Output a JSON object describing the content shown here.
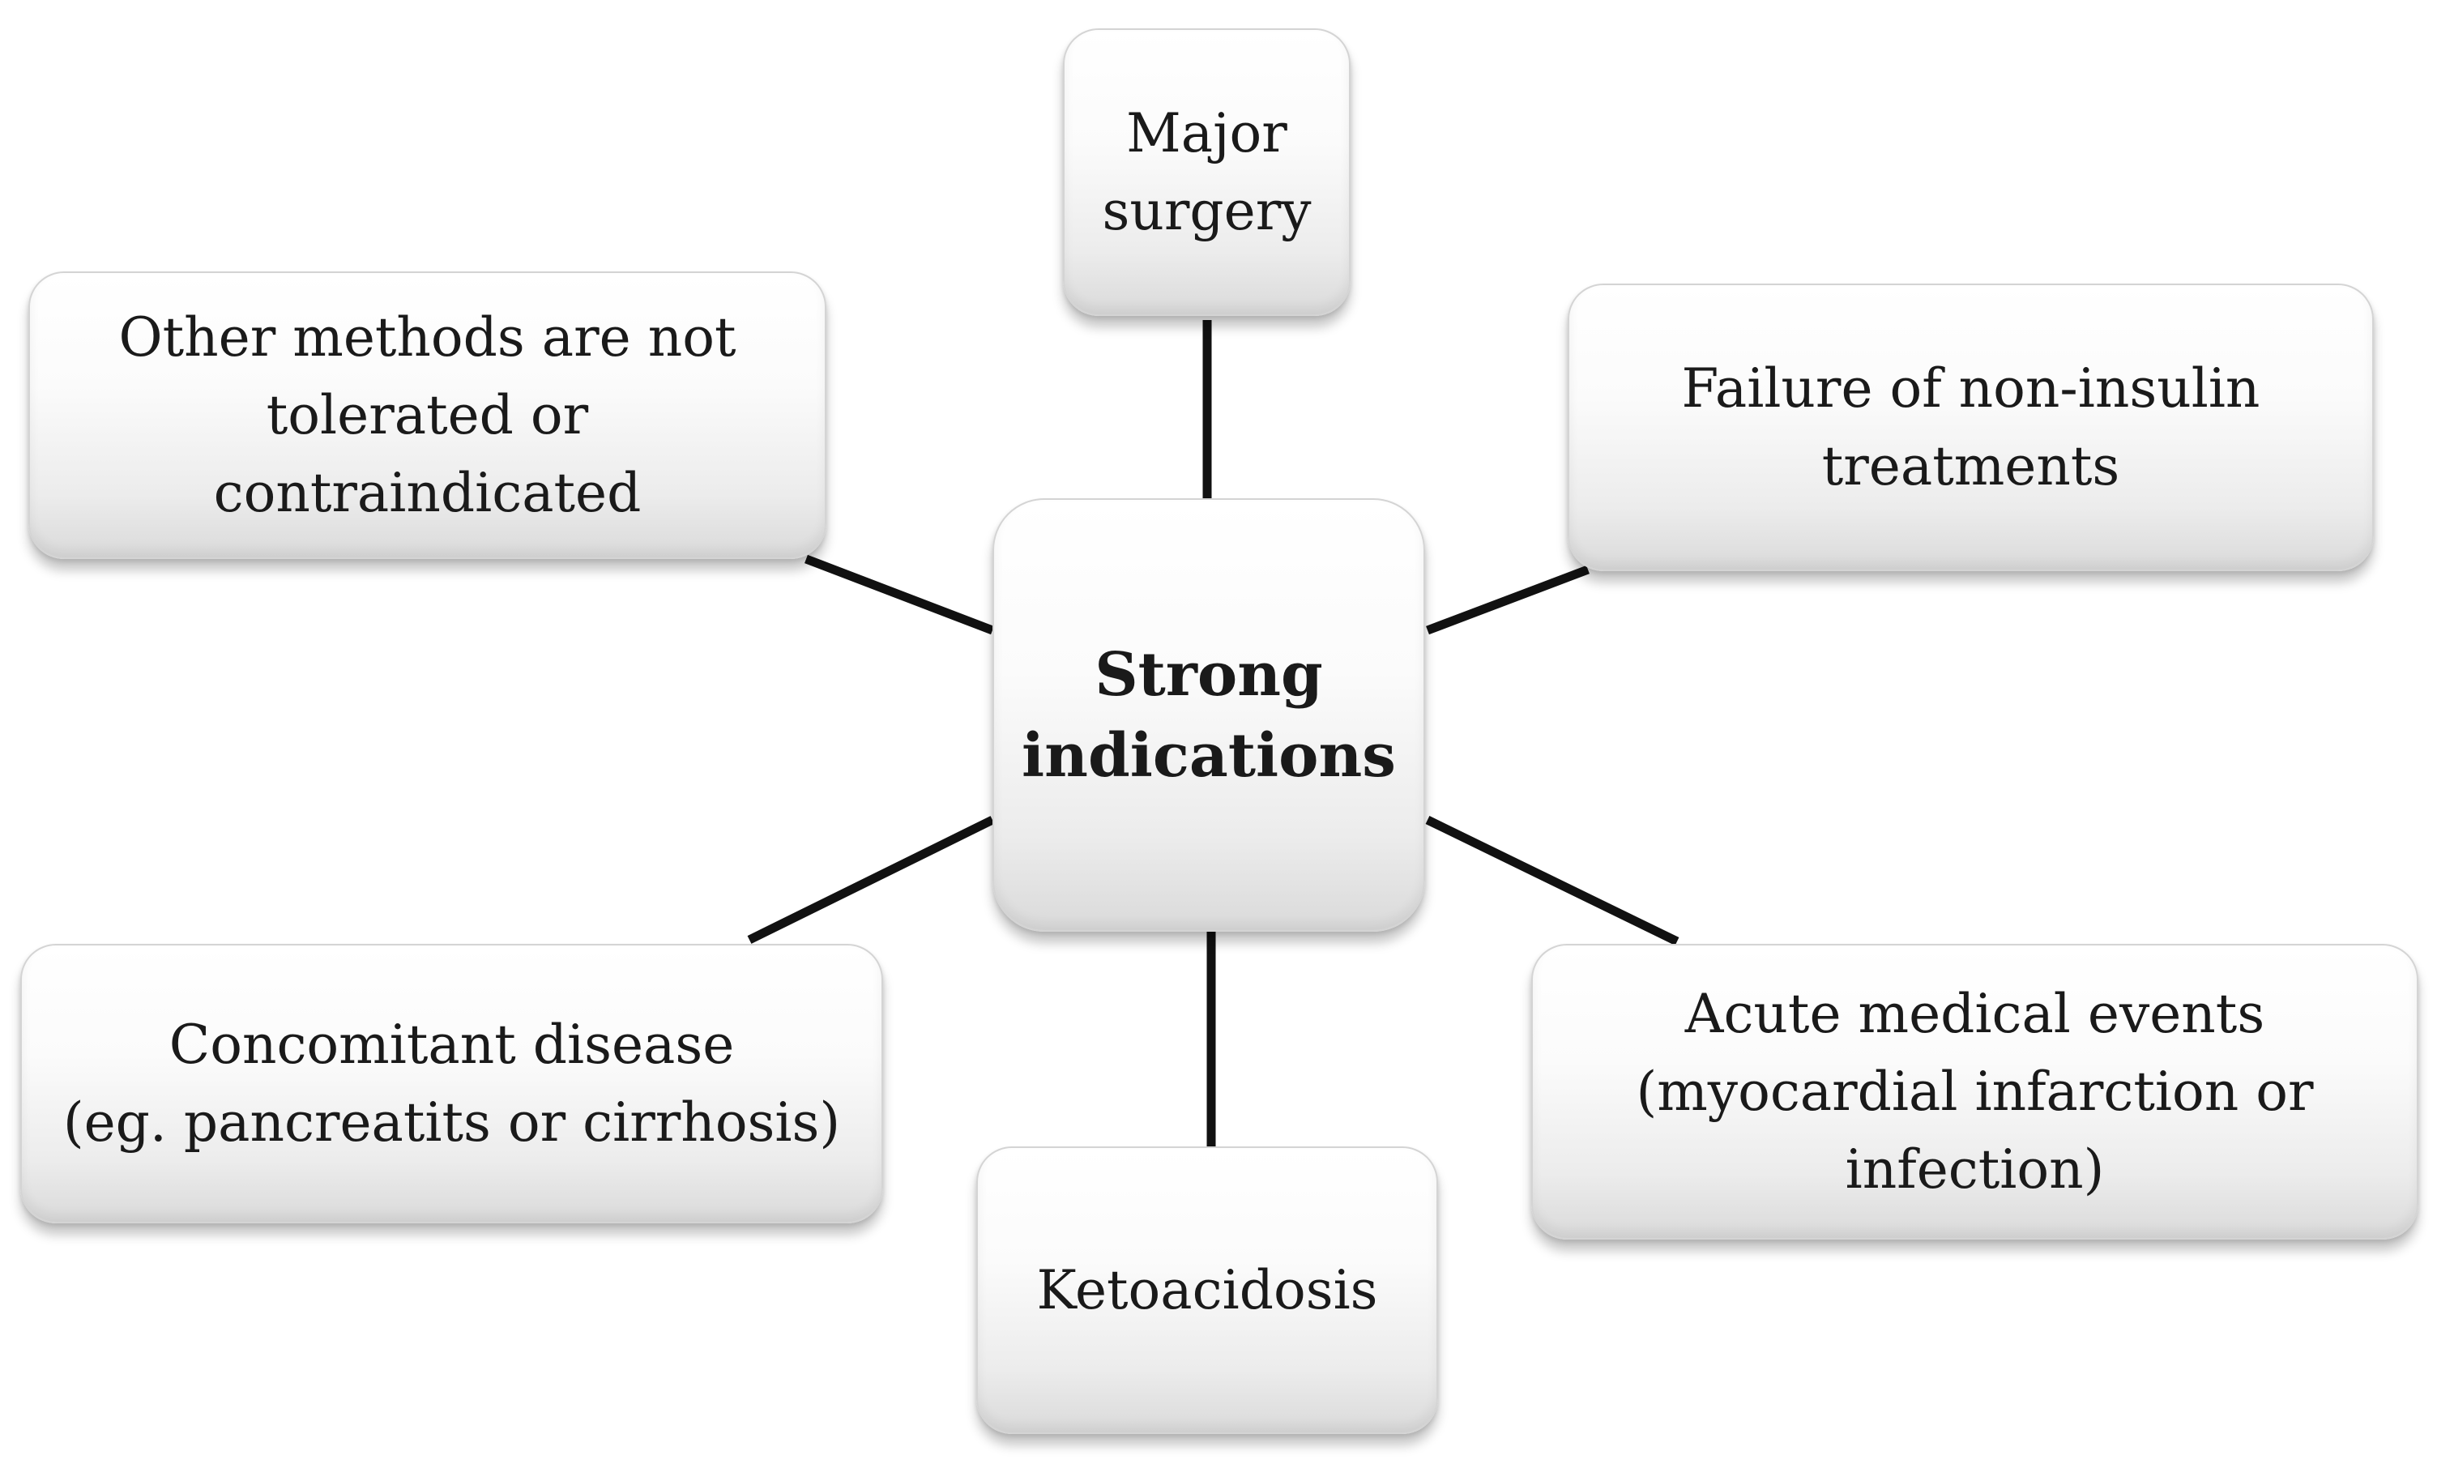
{
  "diagram": {
    "center": {
      "label": "Strong\nindications"
    },
    "branches": [
      {
        "id": "top",
        "label": "Major\nsurgery"
      },
      {
        "id": "top-left",
        "label": "Other methods are not\ntolerated or\ncontraindicated"
      },
      {
        "id": "top-right",
        "label": "Failure of non-insulin\ntreatments"
      },
      {
        "id": "bottom-left",
        "label": "Concomitant disease\n(eg. pancreatits or cirrhosis)"
      },
      {
        "id": "bottom-right",
        "label": "Acute medical events\n(myocardial infarction or\ninfection)"
      },
      {
        "id": "bottom",
        "label": "Ketoacidosis"
      }
    ],
    "colors": {
      "connector": "#111111",
      "box_border": "#d4d4d4",
      "text": "#1a1a1a"
    }
  }
}
